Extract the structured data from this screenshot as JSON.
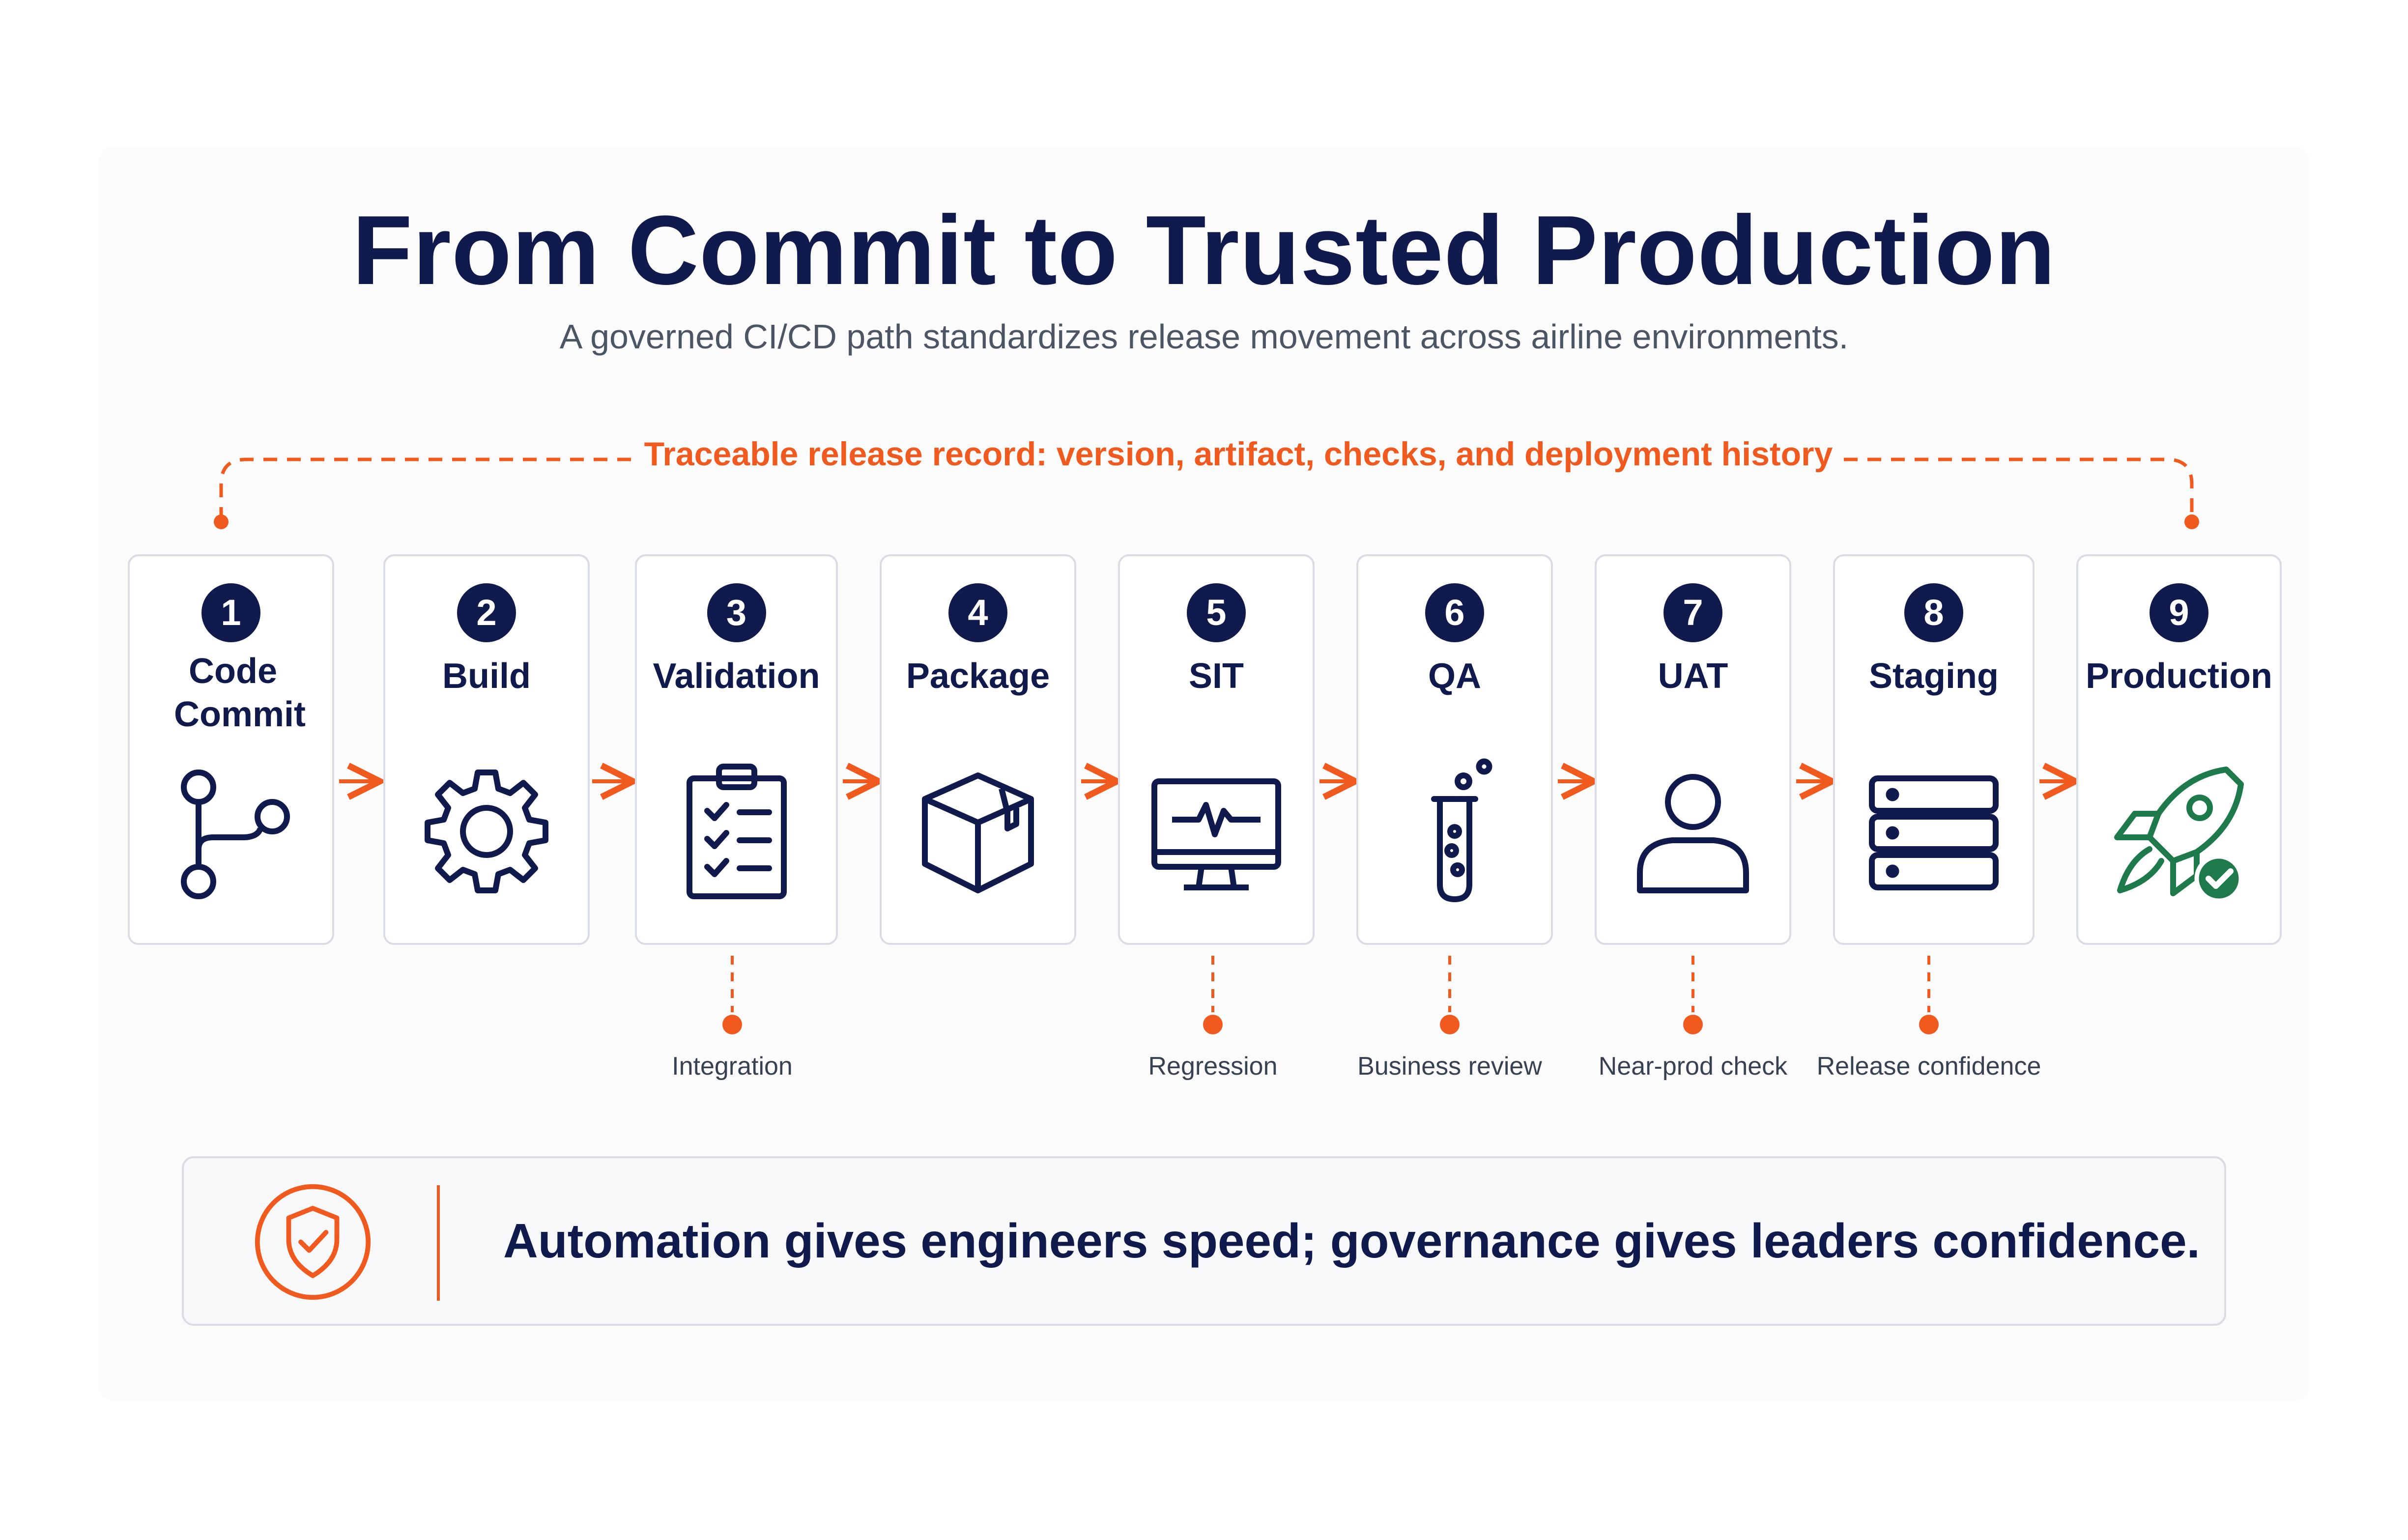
{
  "header": {
    "title": "From Commit to Trusted Production",
    "subtitle": "A governed CI/CD path standardizes release movement across airline environments."
  },
  "trace_record": {
    "label": "Traceable release record: version, artifact, checks, and deployment history"
  },
  "stages": [
    {
      "number": "1",
      "name": "Code Commit",
      "icon": "git-branch-icon"
    },
    {
      "number": "2",
      "name": "Build",
      "icon": "gear-icon"
    },
    {
      "number": "3",
      "name": "Validation",
      "icon": "clipboard-checklist-icon",
      "note": "Integration"
    },
    {
      "number": "4",
      "name": "Package",
      "icon": "box-icon"
    },
    {
      "number": "5",
      "name": "SIT",
      "icon": "monitor-pulse-icon",
      "note": "Regression"
    },
    {
      "number": "6",
      "name": "QA",
      "icon": "test-tube-icon",
      "note": "Business review"
    },
    {
      "number": "7",
      "name": "UAT",
      "icon": "user-icon",
      "note": "Near-prod check"
    },
    {
      "number": "8",
      "name": "Staging",
      "icon": "server-stack-icon",
      "note": "Release confidence"
    },
    {
      "number": "9",
      "name": "Production",
      "icon": "rocket-check-icon"
    }
  ],
  "banner": {
    "message": "Automation gives engineers speed; governance gives leaders confidence.",
    "icon": "shield-check-icon"
  },
  "colors": {
    "navy": "#101a4d",
    "accent_orange": "#f05a1f",
    "success_green": "#1e7a4a",
    "card_border": "#d9dce3"
  }
}
